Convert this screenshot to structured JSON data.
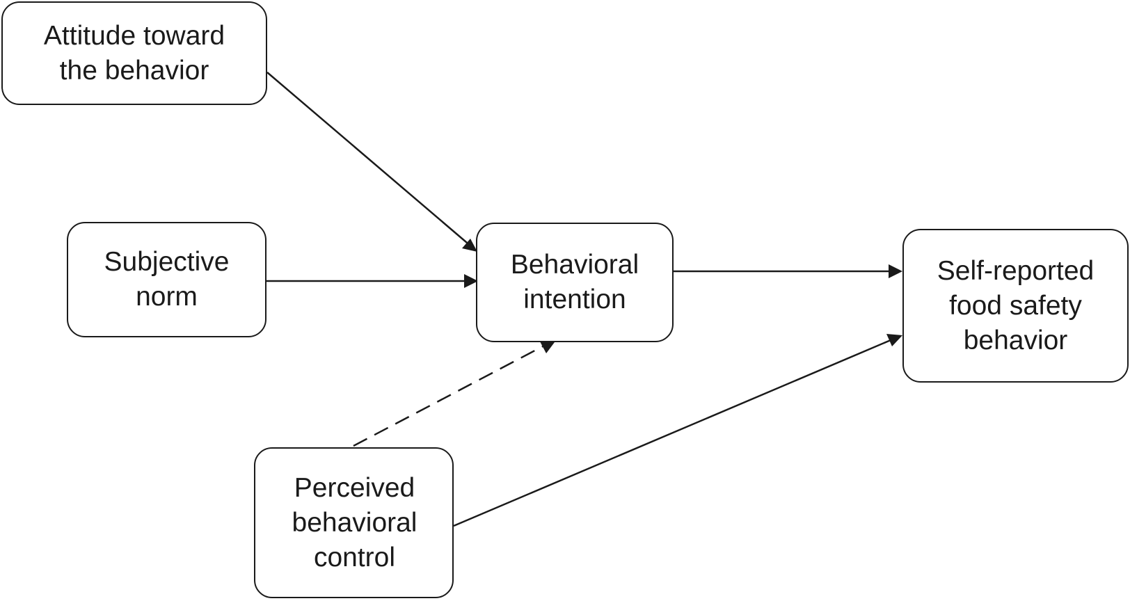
{
  "diagram": {
    "nodes": [
      {
        "id": "attitude",
        "lines": [
          "Attitude toward",
          "the behavior"
        ]
      },
      {
        "id": "norm",
        "lines": [
          "Subjective",
          "norm"
        ]
      },
      {
        "id": "intent",
        "lines": [
          "Behavioral",
          "intention"
        ]
      },
      {
        "id": "self",
        "lines": [
          "Self-reported",
          "food safety",
          "behavior"
        ]
      },
      {
        "id": "pbc",
        "lines": [
          "Perceived",
          "behavioral",
          "control"
        ]
      }
    ],
    "edges": [
      {
        "from": "attitude",
        "to": "intent",
        "style": "solid"
      },
      {
        "from": "norm",
        "to": "intent",
        "style": "solid"
      },
      {
        "from": "intent",
        "to": "self",
        "style": "solid"
      },
      {
        "from": "pbc",
        "to": "intent",
        "style": "dashed"
      },
      {
        "from": "pbc",
        "to": "self",
        "style": "solid"
      }
    ],
    "colors": {
      "stroke": "#1a1a1a",
      "background": "#ffffff"
    }
  }
}
